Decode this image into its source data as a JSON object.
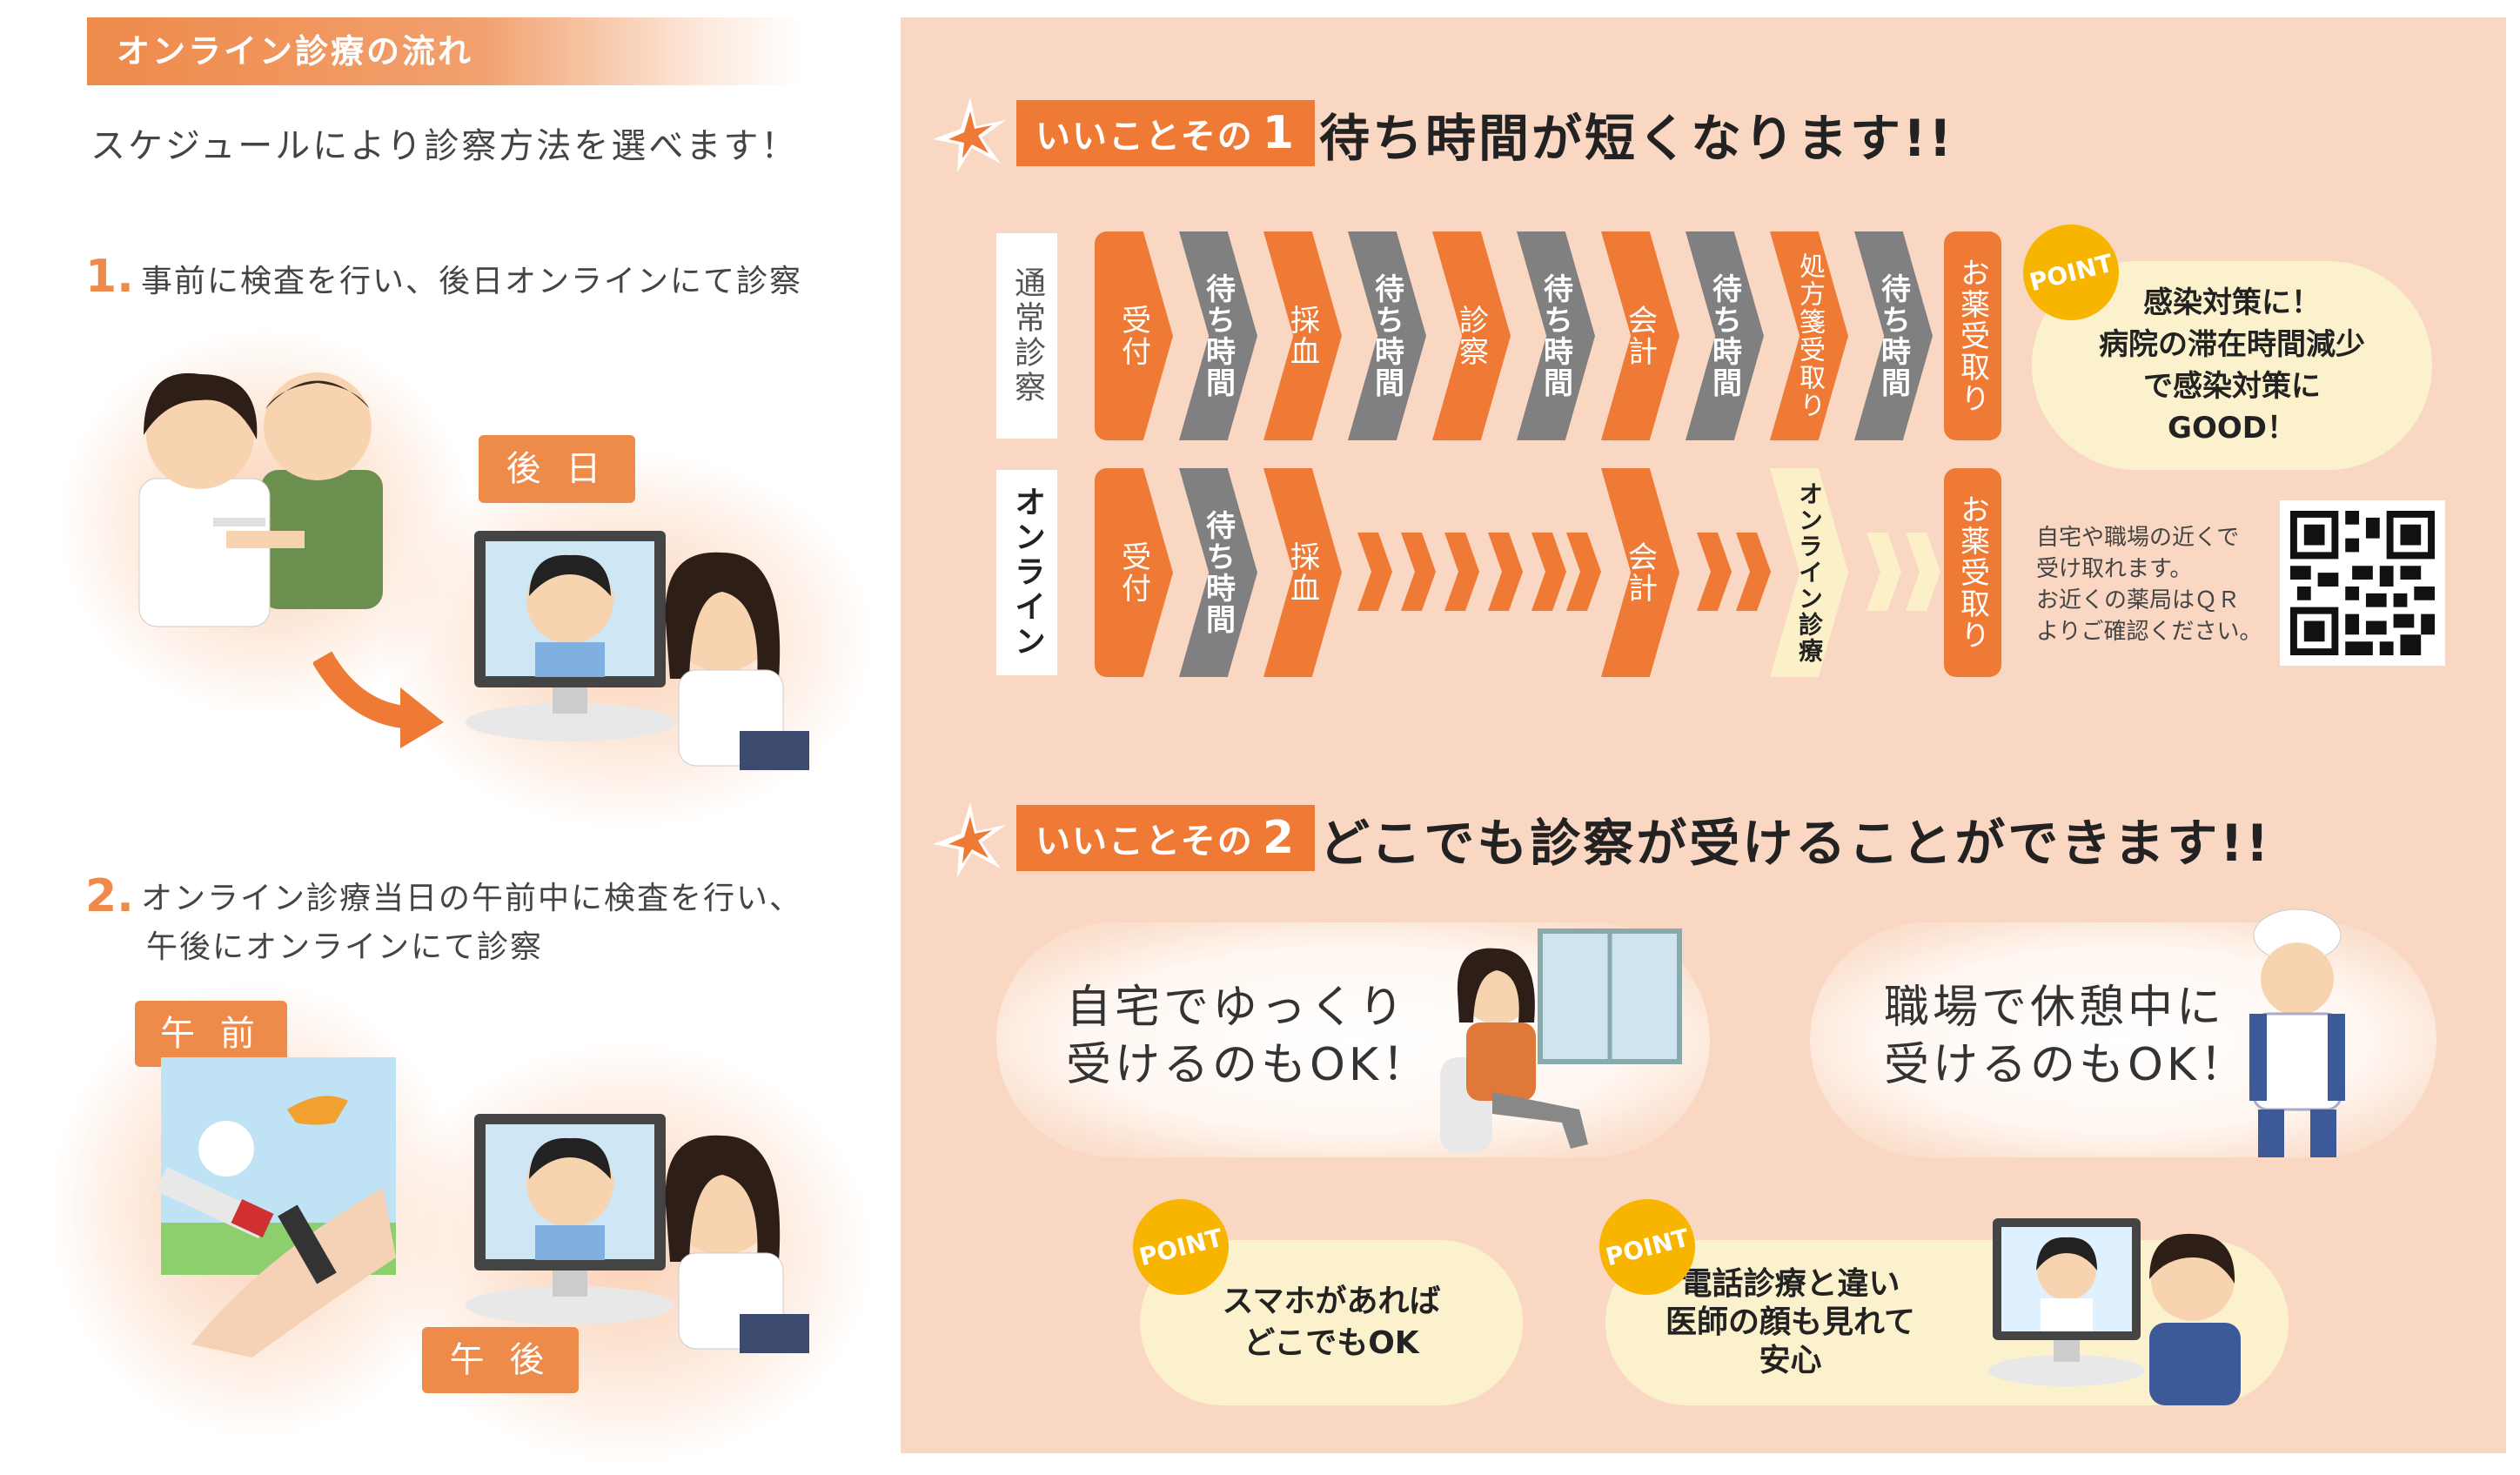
{
  "left": {
    "section_title": "オンライン診療の流れ",
    "intro": "スケジュールにより診察方法を選べます！",
    "step1": {
      "num": "1.",
      "text": "事前に検査を行い、後日オンラインにて診察",
      "tag": "後 日"
    },
    "step2": {
      "num": "2.",
      "line1": "オンライン診療当日の午前中に検査を行い、",
      "line2": "午後にオンラインにて診察",
      "tag_am": "午 前",
      "tag_pm": "午 後"
    }
  },
  "good1": {
    "tag": "いいことその",
    "num": "1",
    "headline": "待ち時間が短くなります!!",
    "row_normal_label": "通常診察",
    "row_online_label": "オンライン",
    "normal_steps": [
      "受付",
      "待ち時間",
      "採血",
      "待ち時間",
      "診察",
      "待ち時間",
      "会計",
      "待ち時間",
      "処方箋受取り",
      "待ち時間",
      "お薬受取り"
    ],
    "online_steps": {
      "reception": "受付",
      "wait": "待ち時間",
      "blood": "採血",
      "payment": "会計",
      "online_exam": "オンライン診療",
      "medicine": "お薬受取り"
    },
    "point_label": "POINT",
    "point_lines": [
      "感染対策に！",
      "病院の滞在時間減少",
      "で感染対策に",
      "GOOD！"
    ],
    "qr_note": [
      "自宅や職場の近くで",
      "受け取れます。",
      "お近くの薬局はＱＲ",
      "よりご確認ください。"
    ]
  },
  "good2": {
    "tag": "いいことその",
    "num": "2",
    "headline": "どこでも診察が受けることができます!!",
    "home": [
      "自宅でゆっくり",
      "受けるのもOK！"
    ],
    "work": [
      "職場で休憩中に",
      "受けるのもOK！"
    ],
    "point_label": "POINT",
    "point1": [
      "スマホがあれば",
      "どこでもOK"
    ],
    "point2": [
      "電話診療と違い",
      "医師の顔も見れて",
      "安心"
    ]
  },
  "colors": {
    "orange": "#ee7a35",
    "gray": "#808080",
    "cream": "#fbf0c8",
    "panel": "#f9d7c2",
    "point": "#f7b500"
  }
}
